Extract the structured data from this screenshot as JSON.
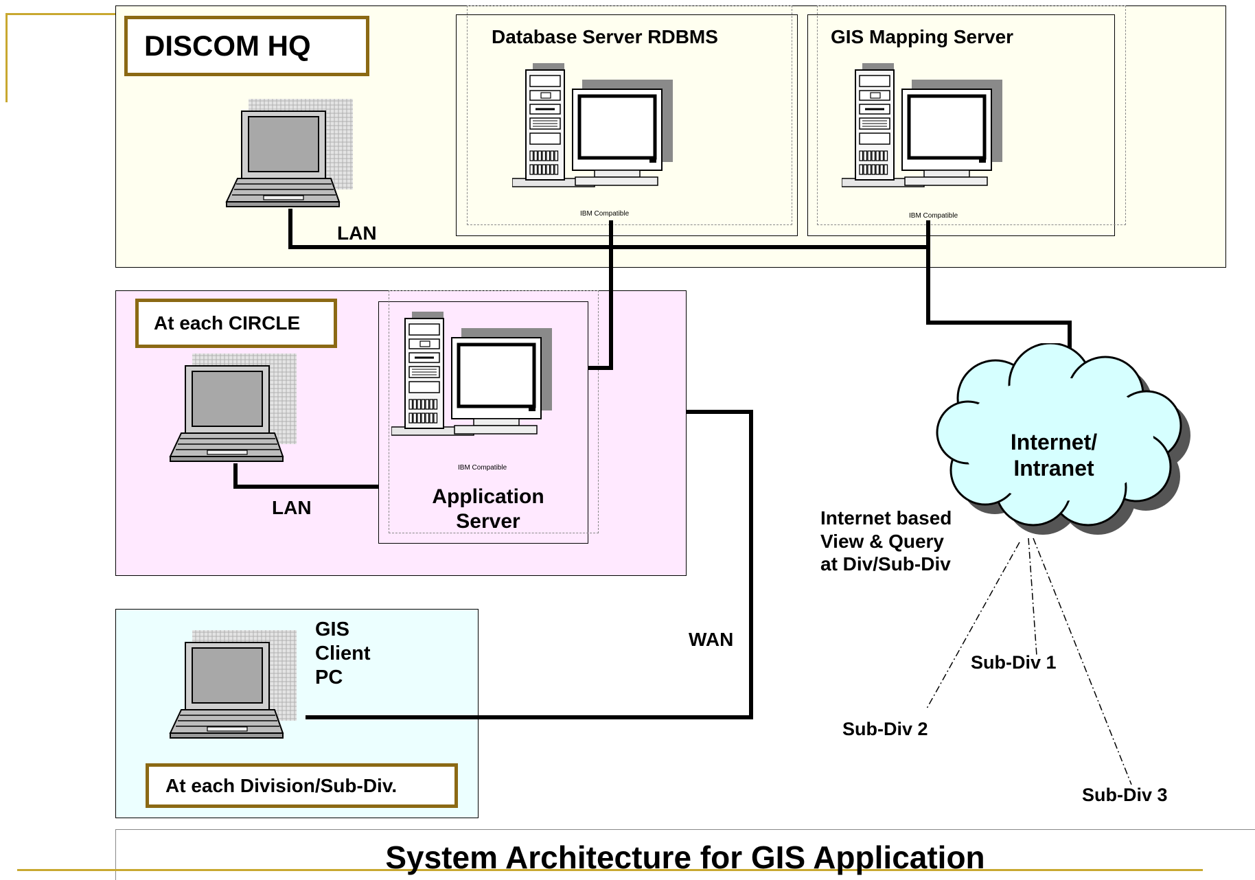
{
  "hq": {
    "title": "DISCOM HQ",
    "db_server_label": "Database Server RDBMS",
    "gis_server_label": "GIS Mapping Server",
    "lan_label": "LAN",
    "ibm_label": "IBM Compatible"
  },
  "circle": {
    "title": "At each CIRCLE",
    "lan_label": "LAN",
    "app_server_label_lines": [
      "Application",
      "Server"
    ],
    "ibm_label": "IBM Compatible"
  },
  "division": {
    "title": "At each Division/Sub-Div.",
    "client_label_lines": [
      "GIS",
      "Client",
      "PC"
    ]
  },
  "wan_label": "WAN",
  "cloud": {
    "label_lines": [
      "Internet/",
      "Intranet"
    ]
  },
  "internet_query_lines": [
    "Internet based",
    "View & Query",
    "at Div/Sub-Div"
  ],
  "subdivs": [
    "Sub-Div 1",
    "Sub-Div 2",
    "Sub-Div 3"
  ],
  "footer": {
    "title": "System Architecture for GIS Application"
  },
  "colors": {
    "accent_rule": "#c8a830",
    "title_border": "#8b6914",
    "hq_bg": "#fffff0",
    "circle_bg": "#ffe9ff",
    "division_bg": "#ecffff",
    "cloud_fill": "#d6ffff"
  }
}
